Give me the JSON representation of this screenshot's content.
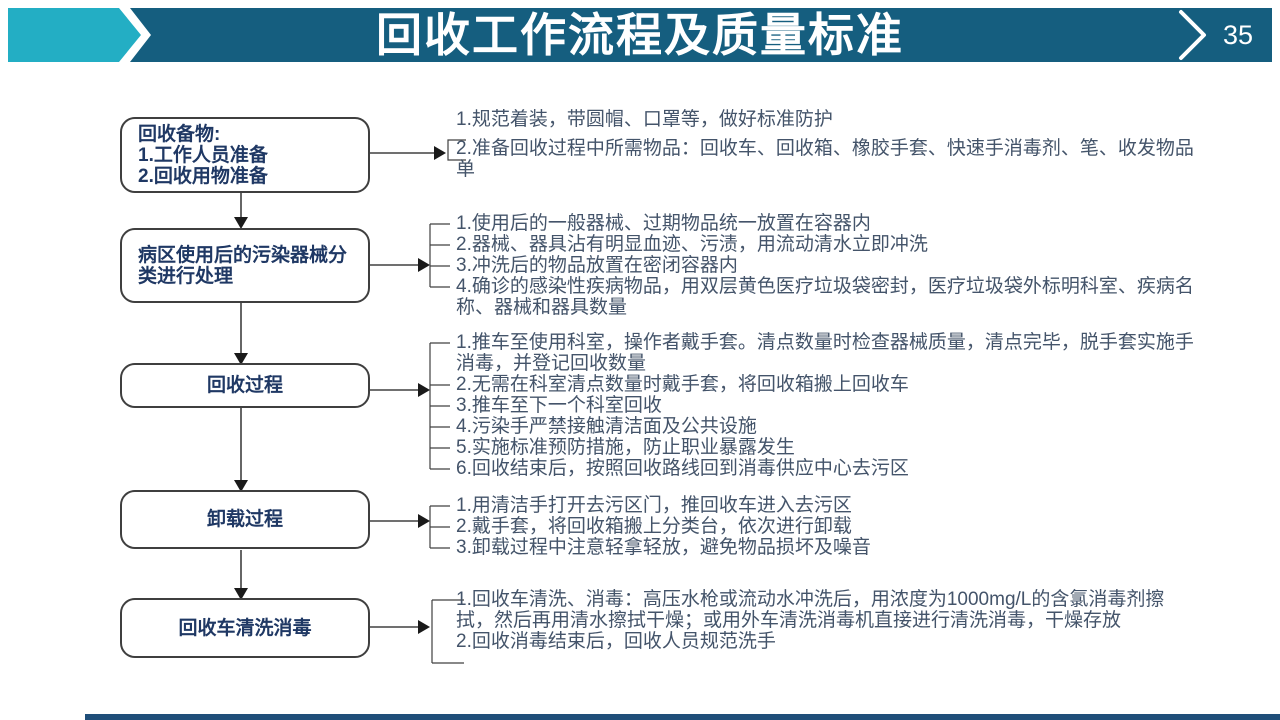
{
  "header": {
    "title": "回收工作流程及质量标准",
    "page_number": "35"
  },
  "colors": {
    "accent_teal_light": "#23aec4",
    "header_band_teal": "#155e7f",
    "bottom_bar_navy": "#1f4e79",
    "box_label_blue": "#1f3864",
    "note_text_blue_gray": "#44546a",
    "line_dark_gray": "#3f3f3f"
  },
  "flow": {
    "steps": [
      {
        "name": "回收备物",
        "lines": [
          "回收备物:",
          "1.工作人员准备",
          "2.回收用物准备"
        ]
      },
      {
        "label": "病区使用后的污染器械分类进行处理"
      },
      {
        "label": "回收过程"
      },
      {
        "label": "卸载过程"
      },
      {
        "label": "回收车清洗消毒"
      }
    ]
  },
  "notes": [
    {
      "items": [
        "1.规范着装，带圆帽、口罩等，做好标准防护",
        "2.准备回收过程中所需物品：回收车、回收箱、橡胶手套、快速手消毒剂、笔、收发物品单"
      ]
    },
    {
      "items": [
        "1.使用后的一般器械、过期物品统一放置在容器内",
        "2.器械、器具沾有明显血迹、污渍，用流动清水立即冲洗",
        "3.冲洗后的物品放置在密闭容器内",
        "4.确诊的感染性疾病物品，用双层黄色医疗垃圾袋密封，医疗垃圾袋外标明科室、疾病名称、器械和器具数量"
      ]
    },
    {
      "items": [
        "1.推车至使用科室，操作者戴手套。清点数量时检查器械质量，清点完毕，脱手套实施手消毒，并登记回收数量",
        "2.无需在科室清点数量时戴手套，将回收箱搬上回收车",
        "3.推车至下一个科室回收",
        "4.污染手严禁接触清洁面及公共设施",
        "5.实施标准预防措施，防止职业暴露发生",
        "6.回收结束后，按照回收路线回到消毒供应中心去污区"
      ]
    },
    {
      "items": [
        "1.用清洁手打开去污区门，推回收车进入去污区",
        "2.戴手套，将回收箱搬上分类台，依次进行卸载",
        "3.卸载过程中注意轻拿轻放，避免物品损坏及噪音"
      ]
    },
    {
      "items": [
        "1.回收车清洗、消毒：高压水枪或流动水冲洗后，用浓度为1000mg/L的含氯消毒剂擦拭，然后再用清水擦拭干燥；或用外车清洗消毒机直接进行清洗消毒，干燥存放",
        "2.回收消毒结束后，回收人员规范洗手"
      ]
    }
  ]
}
